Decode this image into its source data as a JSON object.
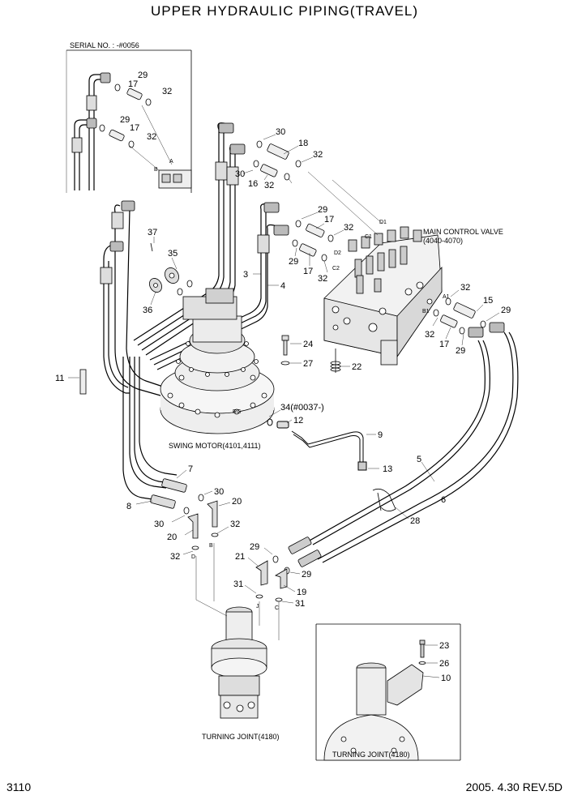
{
  "title": "UPPER HYDRAULIC PIPING(TRAVEL)",
  "page_number": "3110",
  "revision": "2005. 4.30  REV.5D",
  "inset_serial": "SERIAL NO. : -#0056",
  "captions": {
    "main_control_valve": "MAIN CONTROL VALVE",
    "main_control_valve_code": "(4040-4070)",
    "swing_motor": "SWING MOTOR(4101,4111)",
    "turning_joint_main": "TURNING JOINT(4180)",
    "turning_joint_inset": "TURNING JOINT(4180)",
    "serial_note_34": "34(#0037-)"
  },
  "port_letters": {
    "A": "A",
    "B": "B",
    "C": "C",
    "D": "D",
    "J": "J",
    "A1": "A1",
    "B1": "B1",
    "C1": "C1",
    "C2": "C2",
    "D1": "D1",
    "D2": "D2",
    "RG": "RG"
  },
  "callouts": {
    "inset_29a": "29",
    "inset_17a": "17",
    "inset_32a": "32",
    "inset_29b": "29",
    "inset_17b": "17",
    "inset_32b": "32",
    "n30a": "30",
    "n18": "18",
    "n32a": "32",
    "n30b": "30",
    "n16": "16",
    "n32b": "32",
    "n29a": "29",
    "n17a": "17",
    "n32c": "32",
    "n29b": "29",
    "n17b": "17",
    "n32d": "32",
    "n37": "37",
    "n35": "35",
    "n36": "36",
    "n3": "3",
    "n4": "4",
    "n32e": "32",
    "n15": "15",
    "n29c": "29",
    "n32f": "32",
    "n17c": "17",
    "n29d": "29",
    "n24": "24",
    "n27": "27",
    "n22": "22",
    "n11": "11",
    "n12": "12",
    "n9": "9",
    "n13": "13",
    "n5": "5",
    "n6": "6",
    "n28": "28",
    "n7": "7",
    "n8": "8",
    "n30c": "30",
    "n20a": "20",
    "n30d": "30",
    "n20b": "20",
    "n32g": "32",
    "n32h": "32",
    "n29e": "29",
    "n21": "21",
    "n29f": "29",
    "n31a": "31",
    "n19": "19",
    "n31b": "31",
    "n23": "23",
    "n26": "26",
    "n10": "10"
  }
}
